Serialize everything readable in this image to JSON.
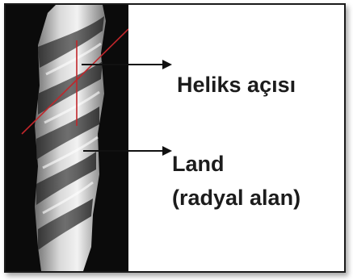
{
  "labels": {
    "helix_angle": "Heliks açısı",
    "land_line1": "Land",
    "land_line2": "(radyal alan)"
  },
  "icons": [
    "arrow-right-icon",
    "arrow-right-icon"
  ],
  "colors": {
    "background": "#ffffff",
    "photo_background": "#0b0b0b",
    "drill_surface": "#bdbdbd",
    "angle_line": "#c0262b",
    "arrow": "#111111",
    "text": "#1c1c1c"
  }
}
